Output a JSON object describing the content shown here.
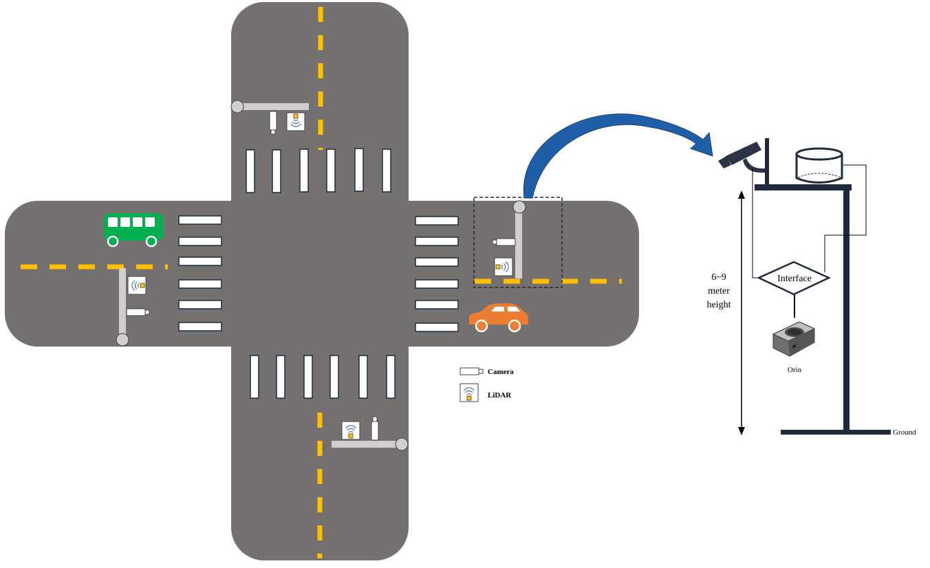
{
  "legend": {
    "camera_label": "Camera",
    "lidar_label": "LiDAR"
  },
  "pole_diagram": {
    "height_line1": "6~9",
    "height_line2": "meter",
    "height_line3": "height",
    "interface_label": "Interface",
    "compute_label": "Orin",
    "ground_label": "Ground"
  },
  "icons": {
    "bus": "bus-icon",
    "car": "car-icon",
    "camera": "camera-icon",
    "lidar": "lidar-icon",
    "compute": "orin-module-icon"
  },
  "colors": {
    "road": "#757171",
    "lane_marking": "#FFC000",
    "crosswalk": "#ffffff",
    "pole": "#D0CECE",
    "bus": "#00B050",
    "car": "#ED7D31",
    "arrow": "#1F5FA8",
    "mount_pole": "#1F2A3C",
    "selection_box": "#1F2A3C"
  }
}
